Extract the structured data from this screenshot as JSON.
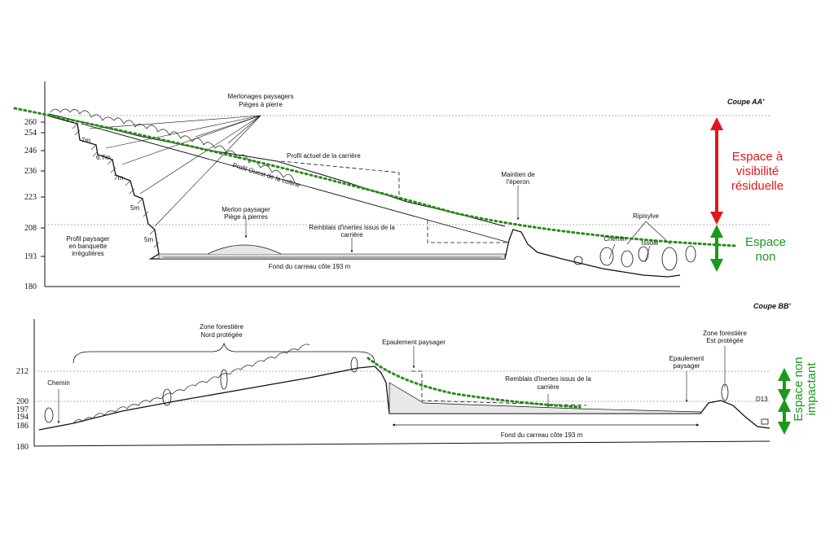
{
  "sectionA": {
    "title": "Coupe AA'",
    "axis_ticks": [
      "260",
      "254",
      "246",
      "236",
      "223",
      "208",
      "193",
      "180"
    ],
    "labels": {
      "merlonages_1": "Merlonages paysagers",
      "merlonages_2": "Pièges à pierre",
      "profil_actuel": "Profil actuel de la carrière",
      "profil_ouest": "Profil Ouest de la colline",
      "maintien_1": "Maintien de",
      "maintien_2": "l'éperon",
      "ripisylve": "Ripisylve",
      "chemin": "Chemin",
      "issole": "Issole",
      "merlon_1": "Merlon paysager",
      "merlon_2": "Piège à pierres",
      "remblais_1": "Remblais d'inertes issus de la",
      "remblais_2": "carrière",
      "fond": "Fond du carreau côte 193 m",
      "profil_pays_1": "Profil paysager",
      "profil_pays_2": "en banquette",
      "profil_pays_3": "irrégulières",
      "dim_7a": "7m",
      "dim_67": "6.7m",
      "dim_7b": "7m",
      "dim_5a": "5m",
      "dim_5b": "5m"
    },
    "legend_red": [
      "Espace à",
      "visibilité",
      "résiduelle"
    ],
    "legend_green": [
      "Espace",
      "non"
    ]
  },
  "sectionB": {
    "title": "Coupe BB'",
    "axis_ticks": [
      "212",
      "200",
      "197",
      "194",
      "186",
      "180"
    ],
    "labels": {
      "zone_nord_1": "Zone forestière",
      "zone_nord_2": "Nord protégée",
      "chemin": "Chemin",
      "epaulement_1": "Epaulement paysager",
      "remblais_1": "Remblais d'inertes issus de la",
      "remblais_2": "carrière",
      "epaulement2_1": "Epaulement",
      "epaulement2_2": "paysager",
      "zone_est_1": "Zone forestière",
      "zone_est_2": "Est protégée",
      "d13": "D13",
      "fond": "Fond du carreau côte 193 m"
    },
    "legend_green": [
      "Espace non",
      "impactant"
    ]
  },
  "colors": {
    "red": "#e01818",
    "green": "#1a9a1a",
    "dotted_green": "#2a8a1a"
  }
}
